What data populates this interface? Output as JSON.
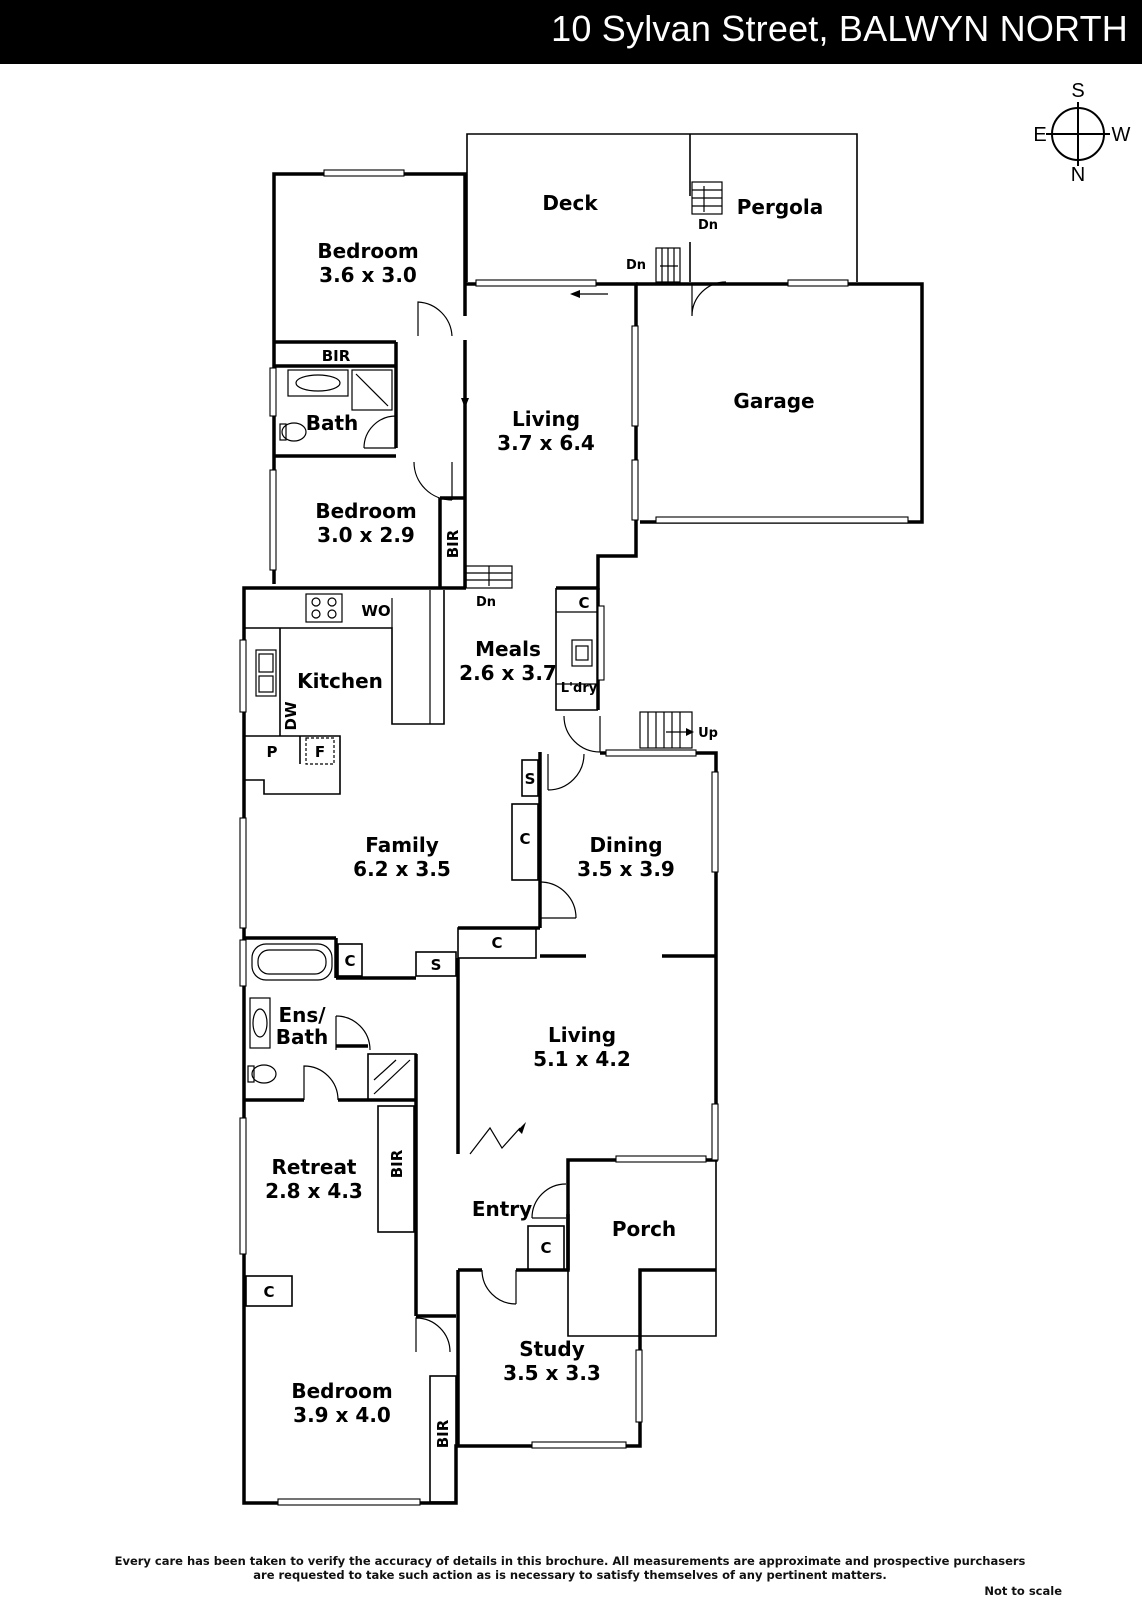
{
  "header": {
    "title": "10 Sylvan Street, BALWYN NORTH"
  },
  "compass": {
    "top": "S",
    "left": "E",
    "right": "W",
    "bottom": "N"
  },
  "rooms": {
    "bedroom1": {
      "name": "Bedroom",
      "dims": "3.6 x 3.0"
    },
    "bedroom2": {
      "name": "Bedroom",
      "dims": "3.0 x 2.9"
    },
    "bedroom3": {
      "name": "Bedroom",
      "dims": "3.9 x 4.0"
    },
    "living1": {
      "name": "Living",
      "dims": "3.7 x 6.4"
    },
    "living2": {
      "name": "Living",
      "dims": "5.1 x 4.2"
    },
    "meals": {
      "name": "Meals",
      "dims": "2.6 x 3.7"
    },
    "family": {
      "name": "Family",
      "dims": "6.2 x 3.5"
    },
    "dining": {
      "name": "Dining",
      "dims": "3.5 x 3.9"
    },
    "retreat": {
      "name": "Retreat",
      "dims": "2.8 x 4.3"
    },
    "study": {
      "name": "Study",
      "dims": "3.5 x 3.3"
    },
    "kitchen": {
      "name": "Kitchen"
    },
    "bath": {
      "name": "Bath"
    },
    "ensuite": {
      "line1": "Ens/",
      "line2": "Bath"
    },
    "deck": {
      "name": "Deck"
    },
    "pergola": {
      "name": "Pergola"
    },
    "garage": {
      "name": "Garage"
    },
    "entry": {
      "name": "Entry"
    },
    "porch": {
      "name": "Porch"
    }
  },
  "fixtures": {
    "bir": "BIR",
    "wo": "WO",
    "dw": "DW",
    "pantry": "P",
    "fridge": "F",
    "cupboard": "C",
    "storage": "S",
    "laundry": "L'dry",
    "down": "Dn",
    "up": "Up"
  },
  "footer": {
    "disclaimer_line1": "Every care has been taken to verify the accuracy of details in this brochure.  All measurements are approximate and prospective purchasers",
    "disclaimer_line2": "are requested to take such action as is necessary to satisfy themselves of any pertinent matters.",
    "not_to_scale": "Not to scale"
  }
}
